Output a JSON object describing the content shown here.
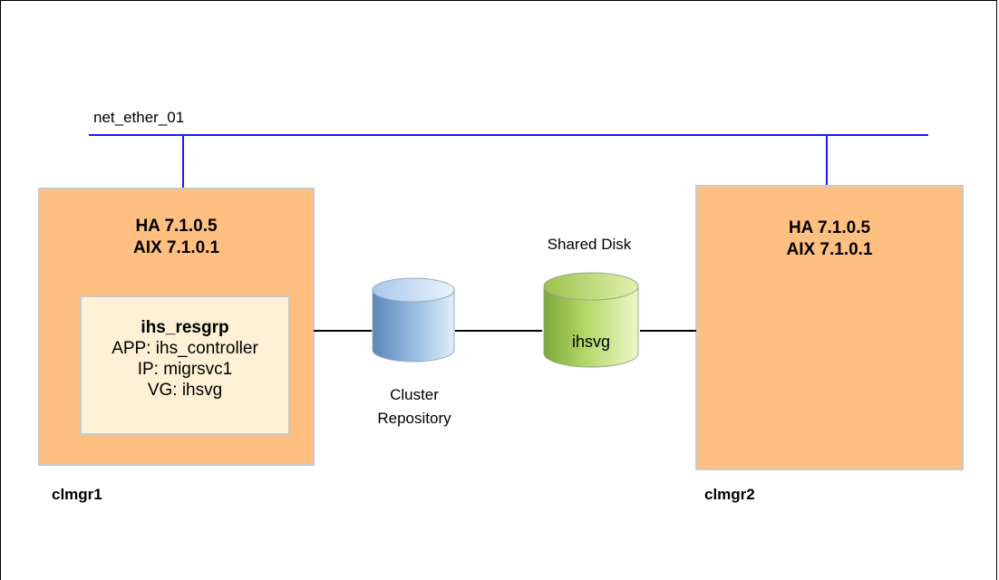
{
  "network": {
    "label": "net_ether_01"
  },
  "nodes": [
    {
      "name": "clmgr1",
      "ha": "HA 7.1.0.5",
      "aix": "AIX 7.1.0.1"
    },
    {
      "name": "clmgr2",
      "ha": "HA 7.1.0.5",
      "aix": "AIX 7.1.0.1"
    }
  ],
  "resource_group": {
    "title": "ihs_resgrp",
    "app": "APP: ihs_controller",
    "ip": "IP: migrsvc1",
    "vg": "VG: ihsvg"
  },
  "cluster_repository": {
    "label_line1": "Cluster",
    "label_line2": "Repository"
  },
  "shared_disk": {
    "label": "Shared Disk",
    "name": "ihsvg"
  },
  "colors": {
    "network_line": "#1a1aff",
    "node_fill": "#ffbf80",
    "resource_group_fill": "#fdf0d5",
    "repository_disk": "#8fb6dc",
    "shared_disk": "#b5d86a"
  }
}
